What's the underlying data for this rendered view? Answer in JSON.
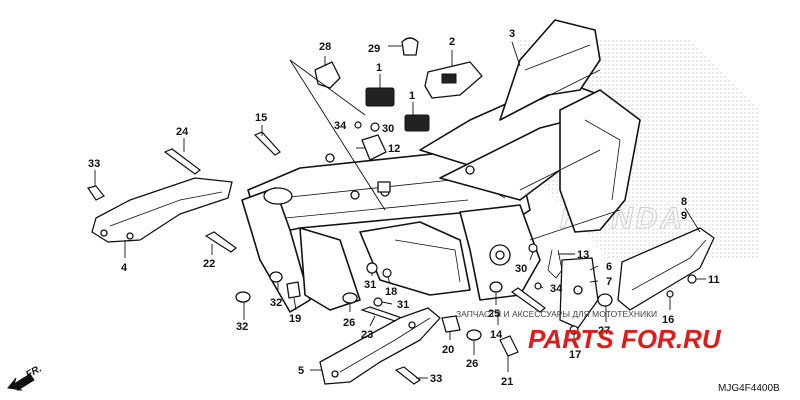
{
  "callouts": {
    "c1a": "1",
    "c1b": "1",
    "c2": "2",
    "c3": "3",
    "c4": "4",
    "c5": "5",
    "c6": "6",
    "c7": "7",
    "c8": "8",
    "c9": "9",
    "c11": "11",
    "c12": "12",
    "c13": "13",
    "c14": "14",
    "c15": "15",
    "c16": "16",
    "c17": "17",
    "c18": "18",
    "c19": "19",
    "c20": "20",
    "c21": "21",
    "c22": "22",
    "c23": "23",
    "c24": "24",
    "c25": "25",
    "c26a": "26",
    "c26b": "26",
    "c27": "27",
    "c28": "28",
    "c29": "29",
    "c30a": "30",
    "c30b": "30",
    "c31a": "31",
    "c31b": "31",
    "c32a": "32",
    "c32b": "32",
    "c33a": "33",
    "c33b": "33",
    "c34a": "34",
    "c34b": "34"
  },
  "watermark": {
    "tagline": "ЗАПЧАСТИ И АКСЕССУАРЫ ДЛЯ МОТОТЕХНИКИ",
    "logo": "PARTS FOR.RU",
    "brand": "HONDA"
  },
  "direction_label": "FR.",
  "diagram_code": "MJG4F4400B"
}
